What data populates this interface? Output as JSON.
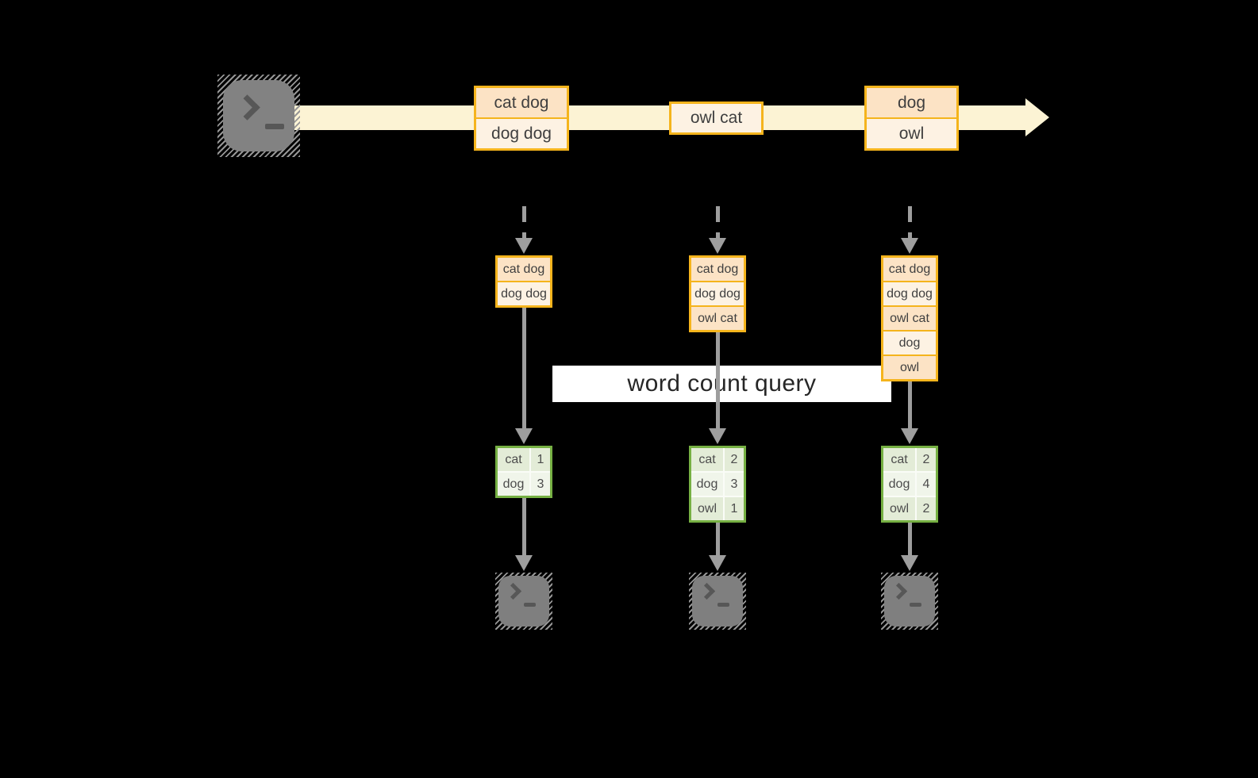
{
  "diagram": {
    "query_label": "word count query",
    "stream": {
      "records": [
        {
          "rows": [
            {
              "text": "cat dog",
              "tone": "peach"
            },
            {
              "text": "dog dog",
              "tone": "cream"
            }
          ]
        },
        {
          "rows": [
            {
              "text": "owl cat",
              "tone": "cream"
            }
          ]
        },
        {
          "rows": [
            {
              "text": "dog",
              "tone": "peach"
            },
            {
              "text": "owl",
              "tone": "cream"
            }
          ]
        }
      ]
    },
    "columns": [
      {
        "input_rows": [
          "cat dog",
          "dog dog"
        ],
        "result_rows": [
          {
            "word": "cat",
            "count": "1"
          },
          {
            "word": "dog",
            "count": "3"
          }
        ]
      },
      {
        "input_rows": [
          "cat dog",
          "dog dog",
          "owl cat"
        ],
        "result_rows": [
          {
            "word": "cat",
            "count": "2"
          },
          {
            "word": "dog",
            "count": "3"
          },
          {
            "word": "owl",
            "count": "1"
          }
        ]
      },
      {
        "input_rows": [
          "cat dog",
          "dog dog",
          "owl cat",
          "dog",
          "owl"
        ],
        "result_rows": [
          {
            "word": "cat",
            "count": "2"
          },
          {
            "word": "dog",
            "count": "4"
          },
          {
            "word": "owl",
            "count": "2"
          }
        ]
      }
    ],
    "icons": {
      "terminal_prompt": ">_"
    },
    "colors": {
      "background": "#000000",
      "stream_band": "#fcf3d4",
      "record_border": "#f5b41c",
      "record_peach": "#fce3c5",
      "record_cream": "#fdf2e3",
      "result_border": "#76b043",
      "result_row_light": "#e3ecd7",
      "result_row_lighter": "#f0f5ea",
      "arrow_gray": "#9e9e9e",
      "terminal_gray": "#828282",
      "query_band_bg": "#ffffff"
    }
  }
}
